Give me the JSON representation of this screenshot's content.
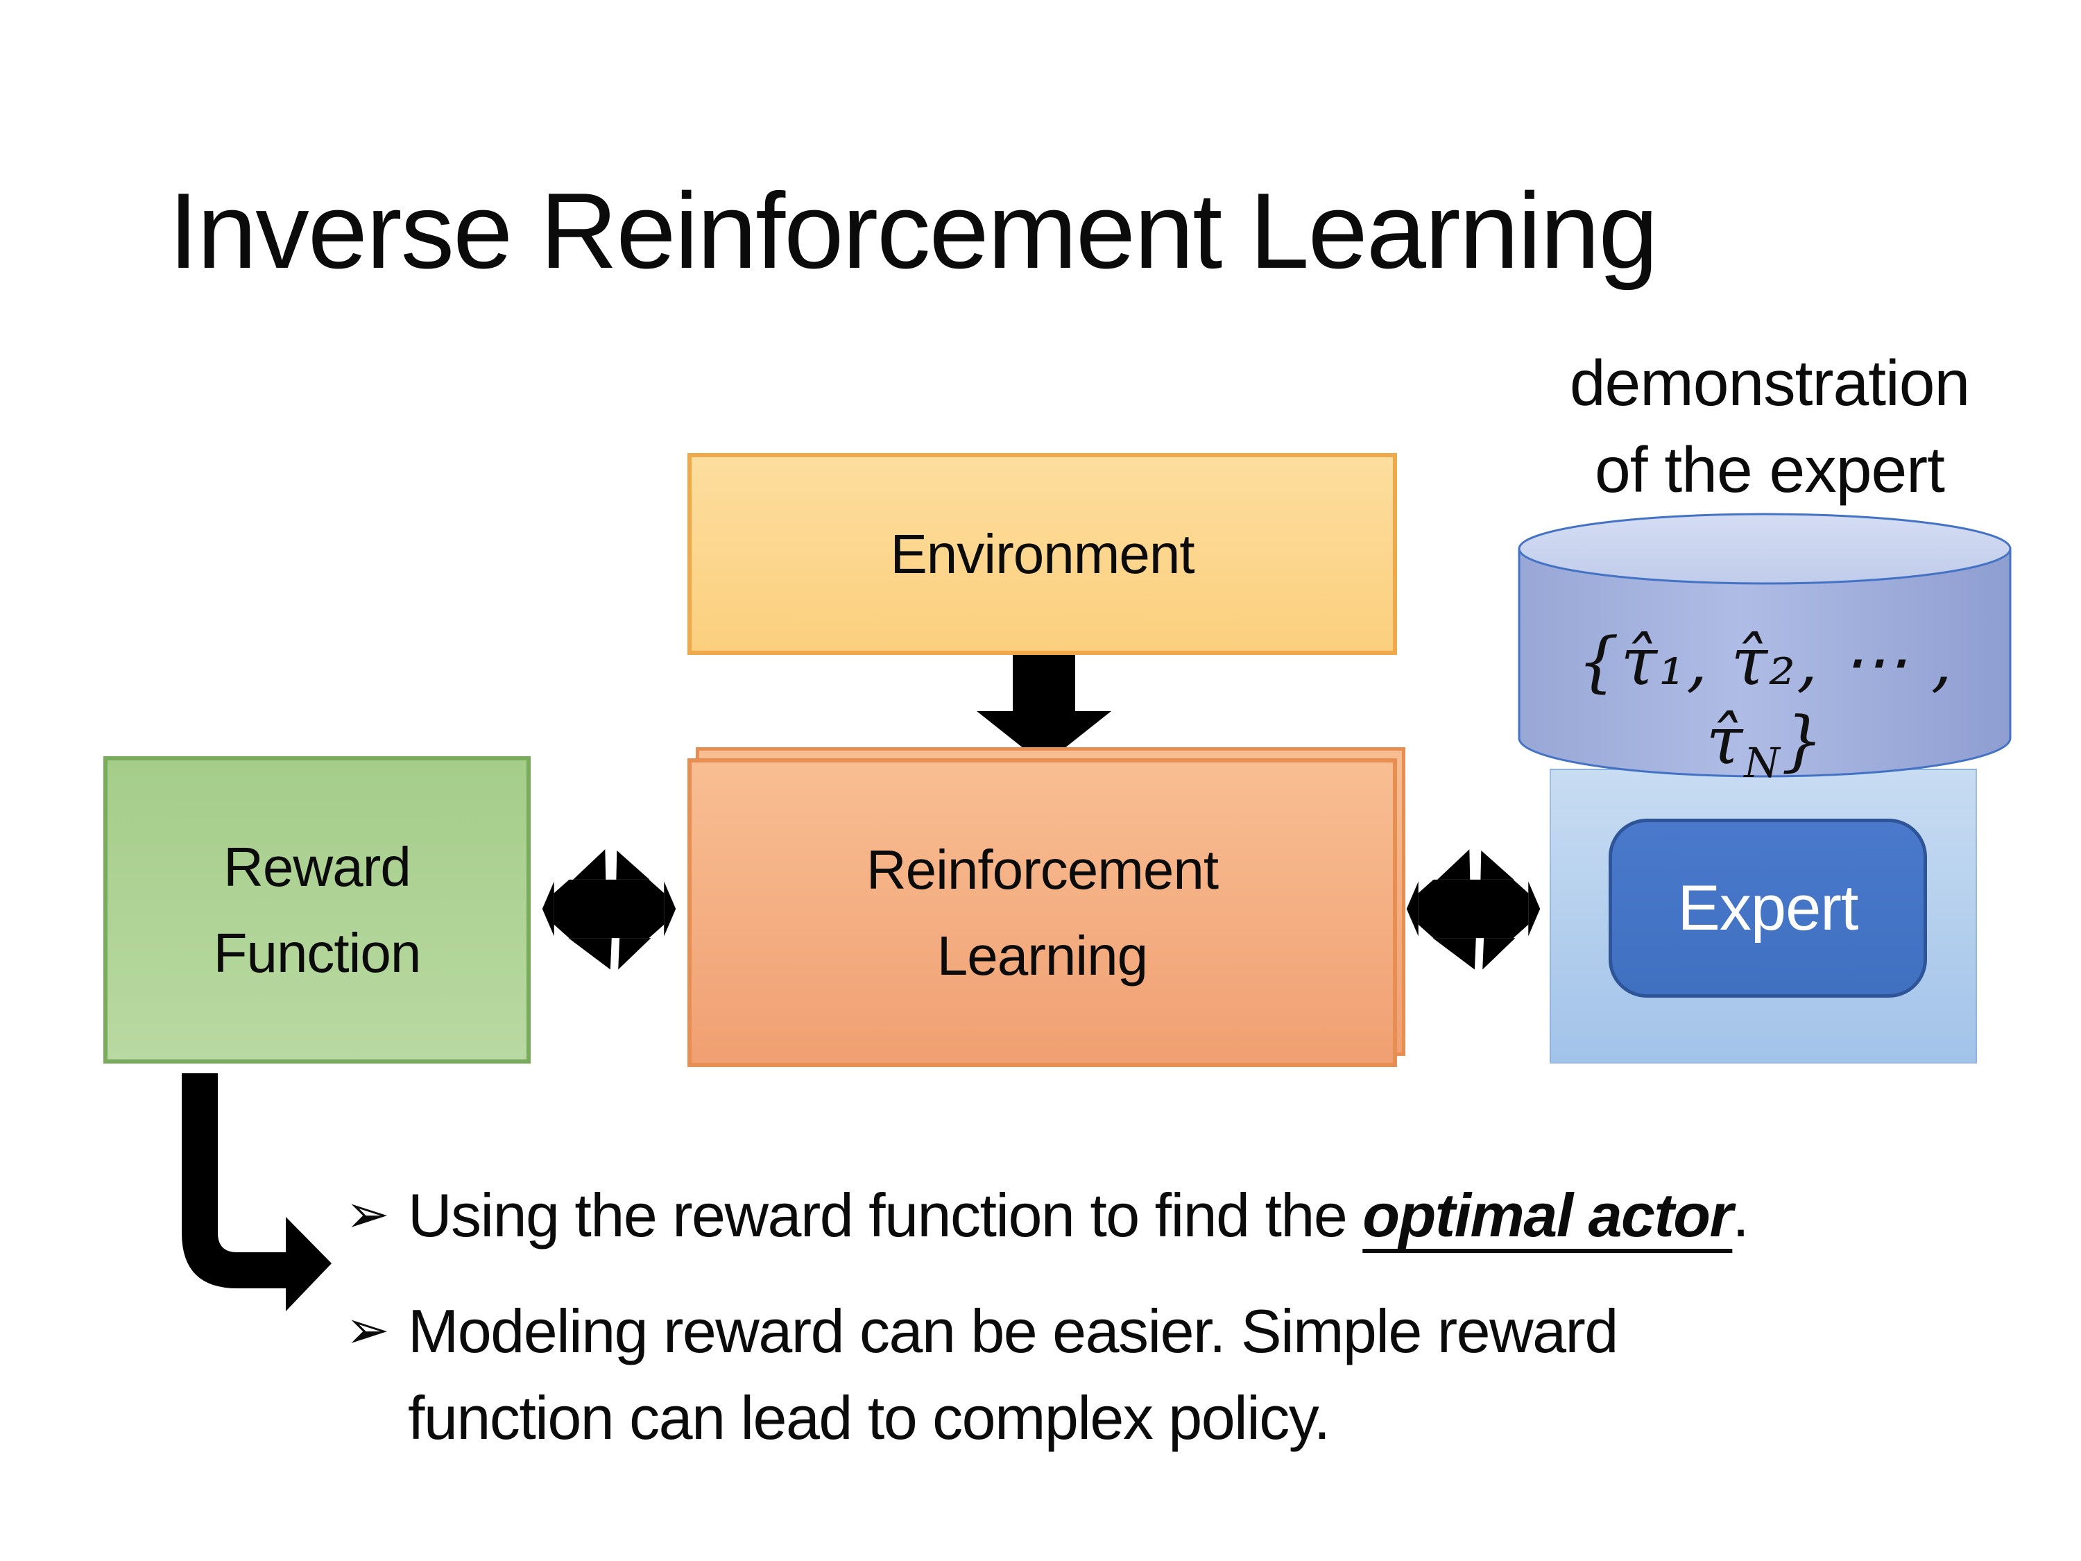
{
  "slide": {
    "title": "Inverse Reinforcement Learning",
    "demo_label": {
      "line1": "demonstration",
      "line2": "of the expert"
    },
    "boxes": {
      "environment": "Environment",
      "reward": {
        "line1": "Reward",
        "line2": "Function"
      },
      "reinforcement": {
        "line1": "Reinforcement",
        "line2": "Learning"
      },
      "expert": "Expert"
    },
    "cylinder": {
      "formula_pre": "{τ̂₁, τ̂₂, ⋯ , τ̂",
      "formula_sub": "N",
      "formula_post": "}"
    },
    "bullets": {
      "marker": "➢",
      "item1": {
        "pre": "Using the reward function to find the ",
        "emphasis": "optimal actor",
        "post": "."
      },
      "item2": "Modeling reward can be easier. Simple reward function can lead to complex policy."
    },
    "colors": {
      "background": "#FFFFFF",
      "text": "#0B0B0B",
      "env_fill_top": "#FDDE9E",
      "env_fill_bottom": "#FBCF7E",
      "env_border": "#EFA94A",
      "reward_fill_top": "#A5CD8A",
      "reward_fill_bottom": "#B9D9A2",
      "reward_border": "#78AB5B",
      "rl_fill_top": "#F8BE92",
      "rl_fill_bottom": "#F0A073",
      "rl_border": "#E78E52",
      "expert_container_top": "#C8DCF2",
      "expert_container_bottom": "#A2C3E9",
      "expert_fill": "#4472C4",
      "expert_border": "#2E5597",
      "expert_text": "#FFFFFF",
      "cylinder_body": "#98A7D6",
      "cylinder_top": "#CDD6F0",
      "cylinder_edge": "#4472C4",
      "arrow": "#000000"
    }
  }
}
